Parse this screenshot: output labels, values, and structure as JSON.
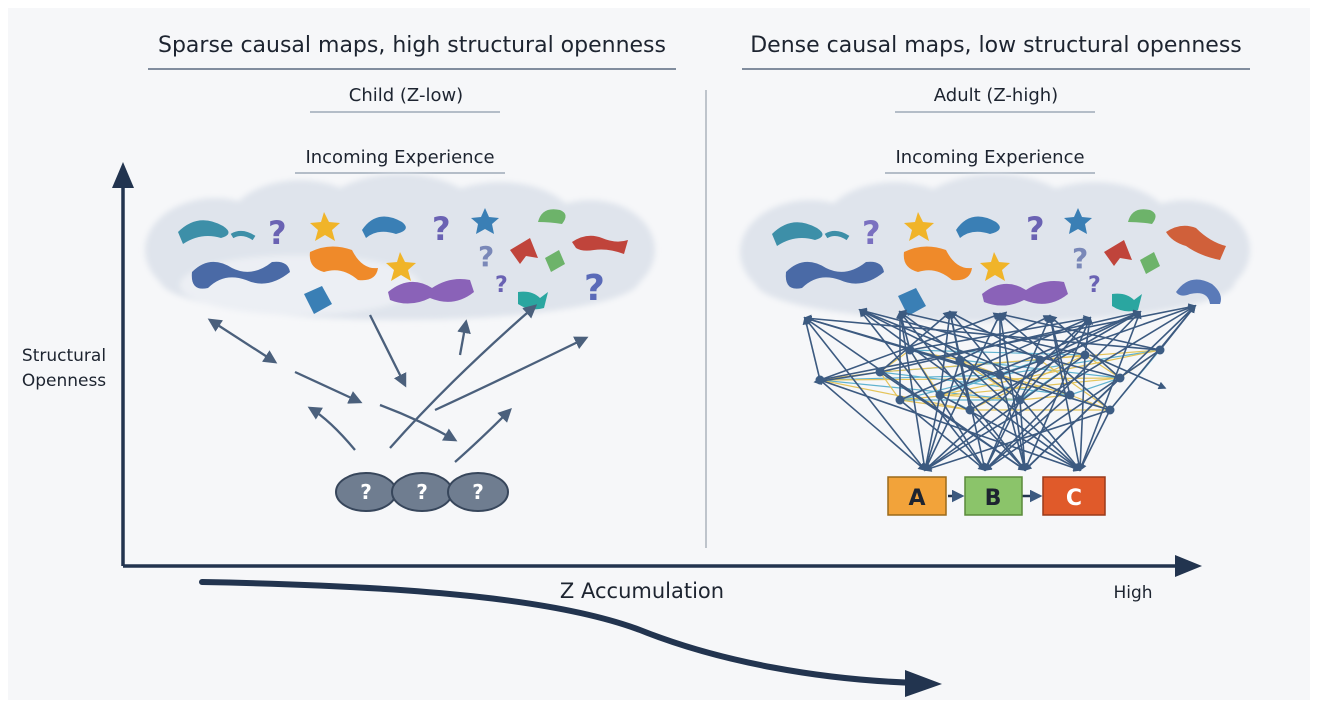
{
  "left_panel": {
    "title": "Sparse causal maps, high structural openness",
    "subtitle": "Child (Z-low)",
    "cloud_label": "Incoming Experience",
    "question_nodes": [
      "?",
      "?",
      "?"
    ]
  },
  "right_panel": {
    "title": "Dense causal maps, low structural openness",
    "subtitle": "Adult (Z-high)",
    "cloud_label": "Incoming Experience",
    "boxes": [
      {
        "label": "A",
        "color": "#f2a33a"
      },
      {
        "label": "B",
        "color": "#8bc46a"
      },
      {
        "label": "C",
        "color": "#e05a2a"
      }
    ]
  },
  "axes": {
    "y_label_line1": "Structural",
    "y_label_line2": "Openness",
    "x_label": "Z Accumulation",
    "x_end_label": "High"
  },
  "colors": {
    "axis": "#22344f",
    "arrows": "#4b607c",
    "network": "#3c5a80",
    "accent_yellow": "#e4c45a",
    "accent_cyan": "#5fb2cf"
  },
  "icons": [
    "star-icon",
    "question-mark-icon",
    "blob-shape-icon",
    "arrow-shape-icon"
  ]
}
